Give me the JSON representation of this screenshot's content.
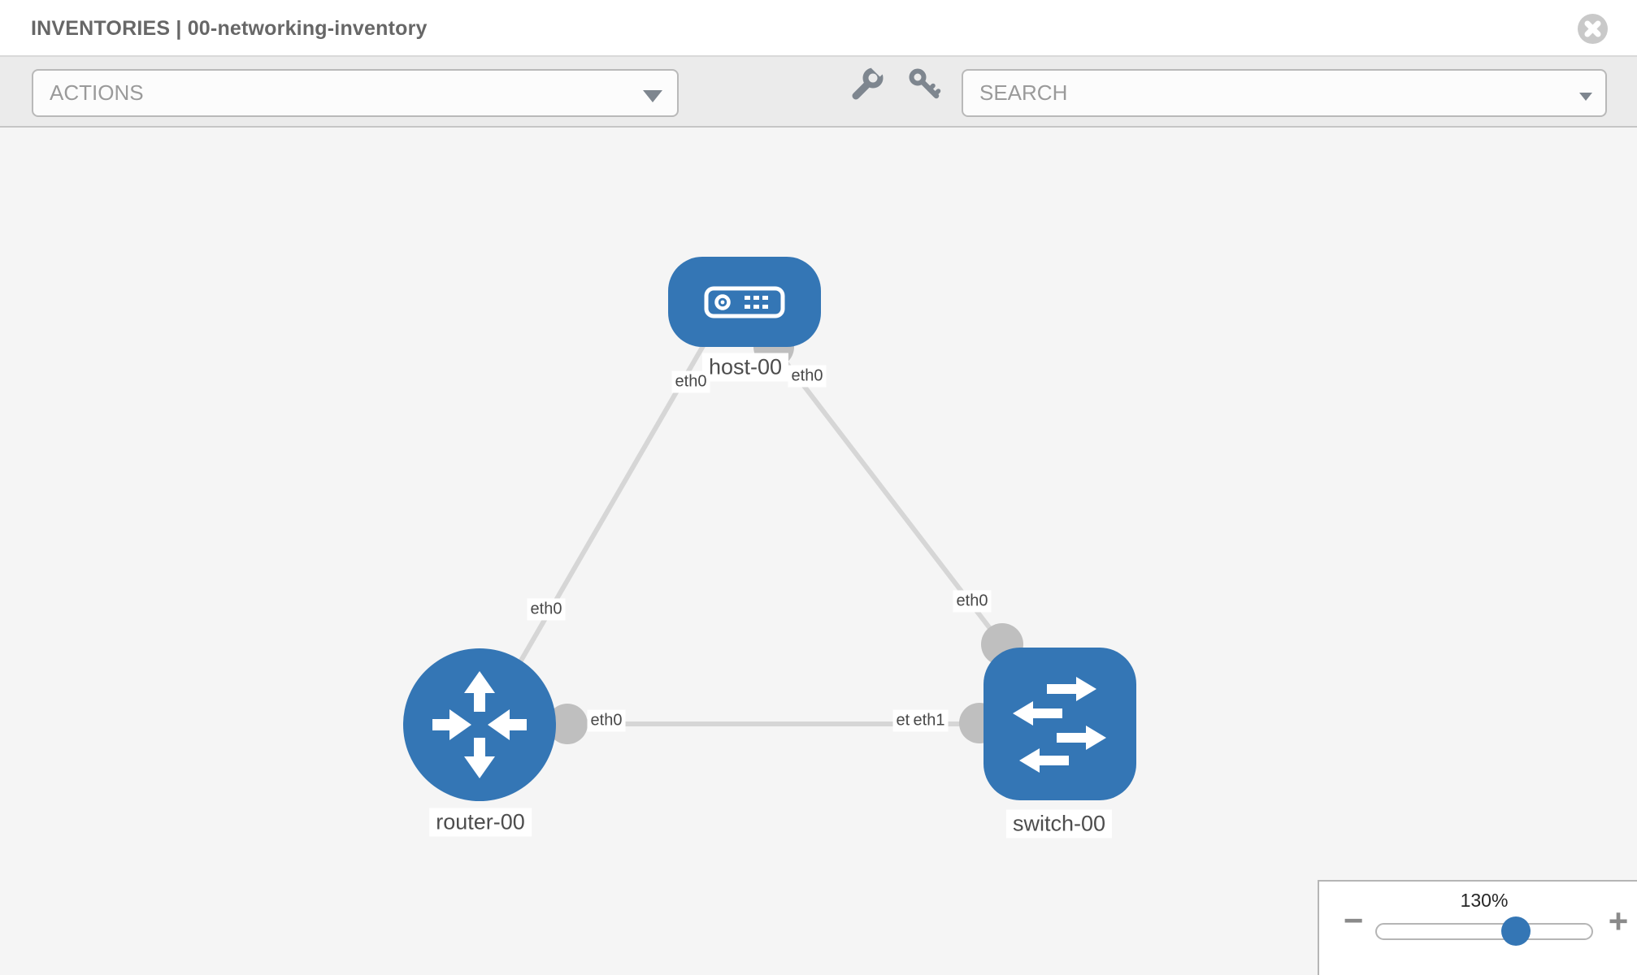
{
  "header": {
    "title": "INVENTORIES | 00-networking-inventory"
  },
  "toolbar": {
    "actions_label": "ACTIONS",
    "search_placeholder": "SEARCH"
  },
  "topology": {
    "nodes": [
      {
        "id": "host-00",
        "type": "host",
        "label": "host-00"
      },
      {
        "id": "router-00",
        "type": "router",
        "label": "router-00"
      },
      {
        "id": "switch-00",
        "type": "switch",
        "label": "switch-00"
      }
    ],
    "links": [
      {
        "source": "host-00",
        "source_interface": "eth0",
        "target": "router-00",
        "target_interface": "eth0"
      },
      {
        "source": "host-00",
        "source_interface": "eth0",
        "target": "switch-00",
        "target_interface": "eth0"
      },
      {
        "source": "router-00",
        "source_interface": "eth0",
        "target": "switch-00",
        "target_interface": "eth1"
      }
    ],
    "interface_labels": [
      {
        "link": "host-router",
        "end": "host",
        "text": "eth0"
      },
      {
        "link": "host-switch",
        "end": "host",
        "text": "eth0"
      },
      {
        "link": "host-router",
        "end": "router",
        "text": "eth0"
      },
      {
        "link": "host-switch",
        "end": "switch",
        "text": "eth0"
      },
      {
        "link": "router-switch",
        "end": "router",
        "text": "eth0"
      },
      {
        "link": "router-switch",
        "end": "switch-covered",
        "text": "eth0"
      },
      {
        "link": "router-switch",
        "end": "switch",
        "text": "eth1"
      }
    ]
  },
  "zoom_control": {
    "level": "130%",
    "minus_label": "−",
    "plus_label": "+"
  },
  "colors": {
    "node_blue": "#3476b5",
    "link_gray": "#d6d6d6",
    "port_gray": "#bfbfbf",
    "toolbar_gray": "#ebebeb",
    "canvas_gray": "#f5f5f5"
  }
}
